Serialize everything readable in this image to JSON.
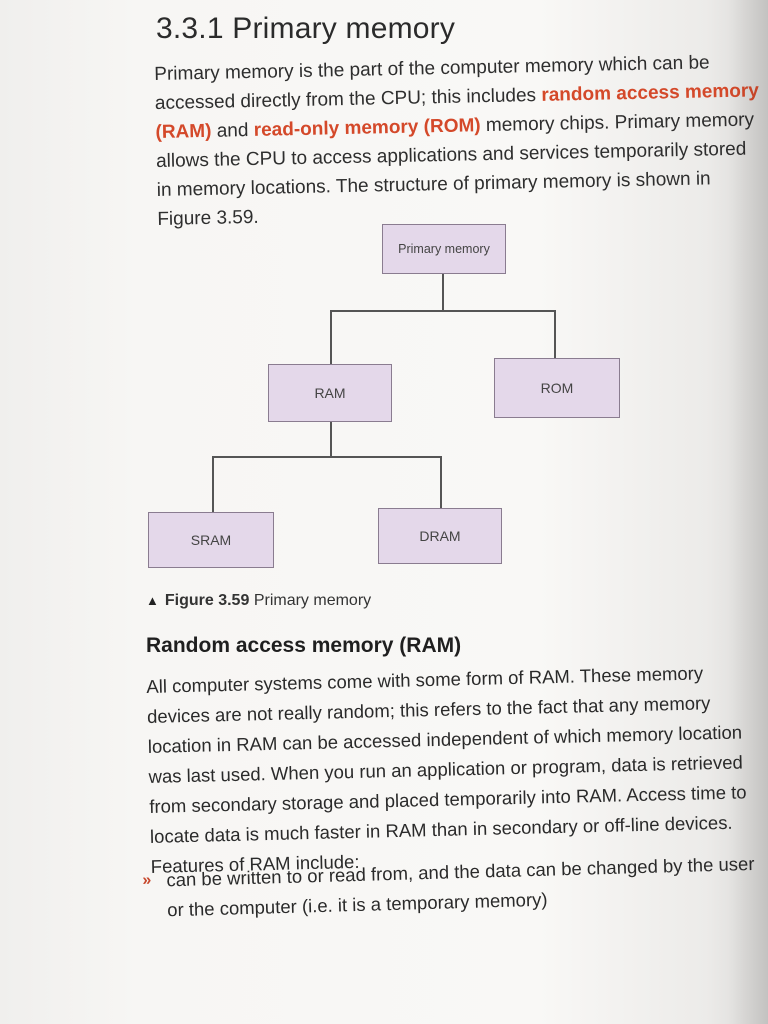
{
  "section": {
    "title": "3.3.1 Primary memory"
  },
  "intro": {
    "part1": "Primary memory is the part of the computer memory which can be accessed directly from the CPU; this includes ",
    "kw_ram": "random access memory (RAM)",
    "part2": " and ",
    "kw_rom": "read-only memory (ROM)",
    "part3": " memory chips. Primary memory allows the CPU to access applications and services temporarily stored in memory locations. The structure of primary memory is shown in Figure 3.59."
  },
  "diagram": {
    "root": "Primary memory",
    "ram": "RAM",
    "rom": "ROM",
    "sram": "SRAM",
    "dram": "DRAM"
  },
  "figure": {
    "marker": "▲",
    "number": "Figure 3.59",
    "caption": "Primary memory"
  },
  "ram_section": {
    "heading": "Random access memory (RAM)",
    "paragraph": "All computer systems come with some form of RAM. These memory devices are not really random; this refers to the fact that any memory location in RAM can be accessed independent of which memory location was last used. When you run an application or program, data is retrieved from secondary storage and placed temporarily into RAM. Access time to locate data is much faster in RAM than in secondary or off-line devices. Features of RAM include:",
    "bullets": [
      "can be written to or read from, and the data can be changed by the user or the computer (i.e. it is a temporary memory)"
    ],
    "bullet_marker": "»"
  }
}
